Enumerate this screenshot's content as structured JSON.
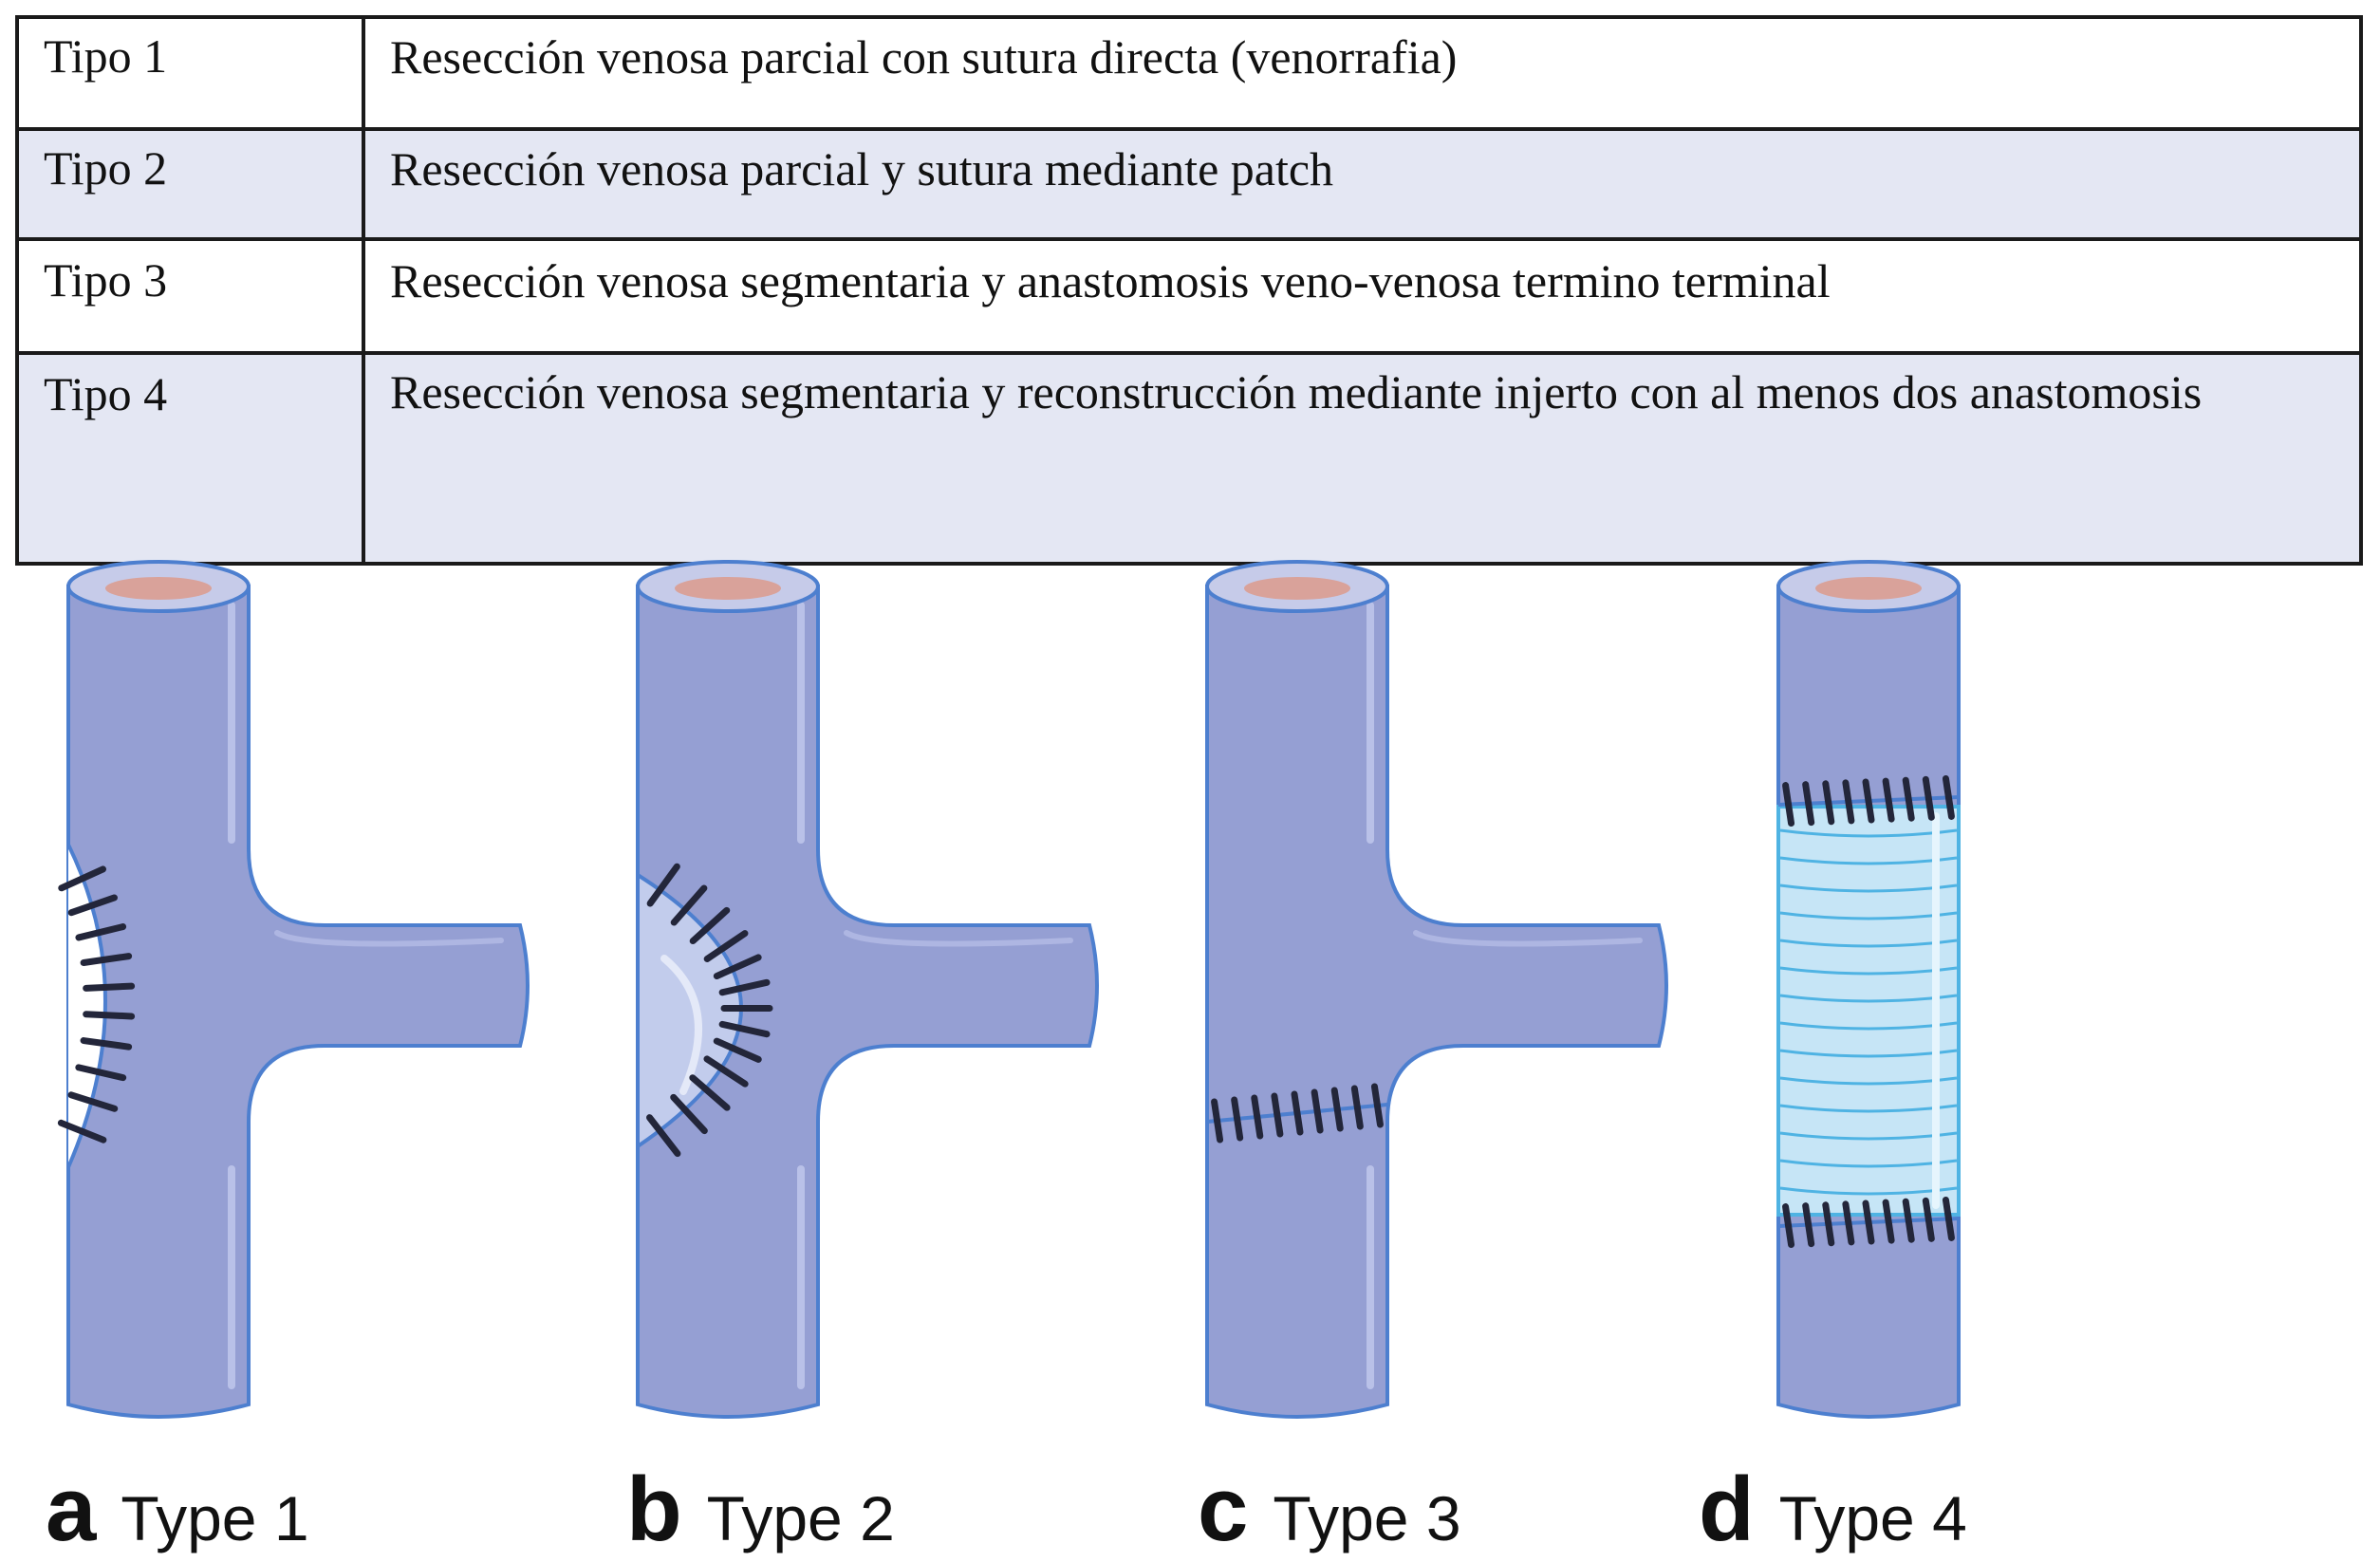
{
  "table": {
    "rows": [
      {
        "type": "Tipo 1",
        "description": "Resección venosa parcial con sutura directa (venorrafia)"
      },
      {
        "type": "Tipo 2",
        "description": "Resección venosa parcial y sutura mediante patch"
      },
      {
        "type": "Tipo 3",
        "description": "Resección venosa segmentaria y anastomosis veno-venosa termino terminal"
      },
      {
        "type": "Tipo 4",
        "description": "Resección venosa segmentaria y reconstrucción mediante injerto con al menos dos anastomosis"
      }
    ]
  },
  "figure": {
    "panels": [
      {
        "letter": "a",
        "label": "Type 1"
      },
      {
        "letter": "b",
        "label": "Type 2"
      },
      {
        "letter": "c",
        "label": "Type 3"
      },
      {
        "letter": "d",
        "label": "Type 4"
      }
    ]
  },
  "colors": {
    "vein_fill": "#959fd3",
    "vein_outline": "#4d7fcf",
    "vein_highlight": "#b9c1e8",
    "lumen": "#d9a29a",
    "lumen_rim": "#c6cbe9",
    "suture": "#23263a",
    "patch_fill": "#c2ccec",
    "graft_fill": "#c6e5f6",
    "graft_line": "#4fb3e3",
    "table_shade": "#e4e7f3"
  },
  "icons": {
    "panel_a": "vein-type1-venorrhaphy-icon",
    "panel_b": "vein-type2-patch-icon",
    "panel_c": "vein-type3-end-to-end-icon",
    "panel_d": "vein-type4-graft-icon"
  }
}
